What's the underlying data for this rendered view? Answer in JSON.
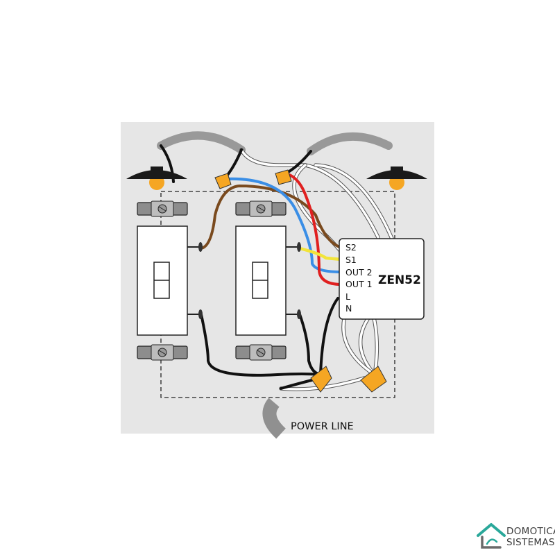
{
  "module": {
    "name": "ZEN52",
    "terminals": [
      "S2",
      "S1",
      "OUT 2",
      "OUT 1",
      "L",
      "N"
    ]
  },
  "power_line": {
    "label": "POWER LINE"
  },
  "brand": {
    "line1": "DOMOTICA",
    "line2": "SISTEMAS"
  },
  "colors": {
    "panel": "#e6e6e6",
    "hot_wire": "#111111",
    "neutral_wire": "#ffffff",
    "traveler_brown": "#7a4a1e",
    "traveler_blue": "#3a8ee6",
    "traveler_red": "#e02020",
    "traveler_yellow": "#f2e43a",
    "wire_nut": "#f5a623",
    "bulb": "#f5a623",
    "cable_jacket": "#8f8f8f"
  }
}
